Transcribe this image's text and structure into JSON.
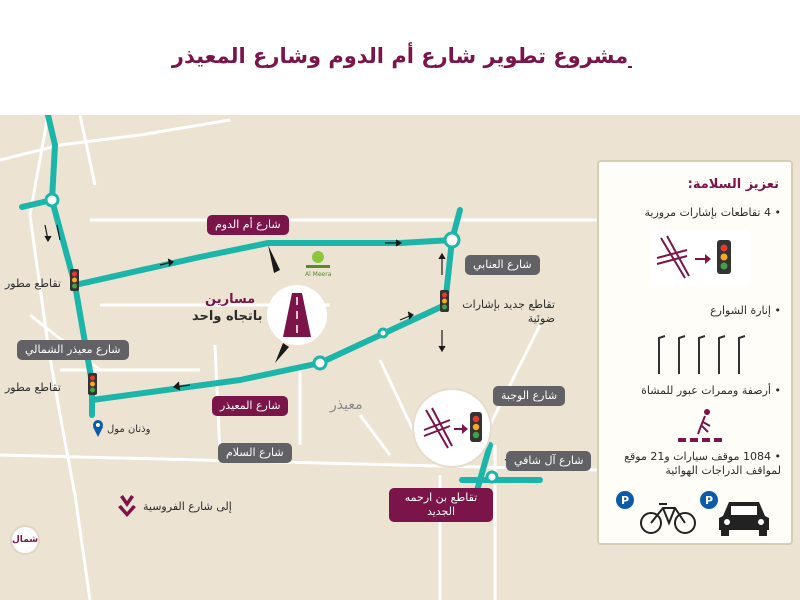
{
  "title": "مشروع تطوير شارع أم الدوم وشارع المعيذر",
  "map": {
    "area_label": "معيذر",
    "one_way": {
      "line1": "مسارين",
      "line2": "باتجاه واحد"
    },
    "road_labels": {
      "umm_al_dom": "شارع أم الدوم",
      "al_muaither": "شارع المعيذر",
      "north_muaither": "شارع معيذر الشمالي",
      "al_salam": "شارع السلام",
      "al_anabi": "شارع العنابي",
      "al_wajba": "شارع الوجبة",
      "al_shafi": "شارع آل شافي",
      "bin_arhama": "تقاطع بن ارحمه الجديد"
    },
    "places": {
      "intersection_1": "تقاطع مطور",
      "intersection_2": "تقاطع مطور",
      "new_signals": "تقاطع جديد بإشارات ضوئية",
      "mall": "وذنان مول",
      "furousiya": "إلى شارع الفروسية",
      "store_logo_text": "Al Meera"
    },
    "compass": "شمال"
  },
  "safety": {
    "title": "تعزيز السلامة:",
    "items": [
      "4 تقاطعات بإشارات مرورية",
      "إنارة الشوارع",
      "أرصفة وممرات عبور للمشاة",
      "1084 موقف سيارات و21 موقع لمواقف الدراجات الهوائية"
    ]
  },
  "colors": {
    "teal": "#1cb5a9",
    "purple": "#7b1448",
    "gray": "#616166",
    "map_bg": "#ece3d3"
  }
}
